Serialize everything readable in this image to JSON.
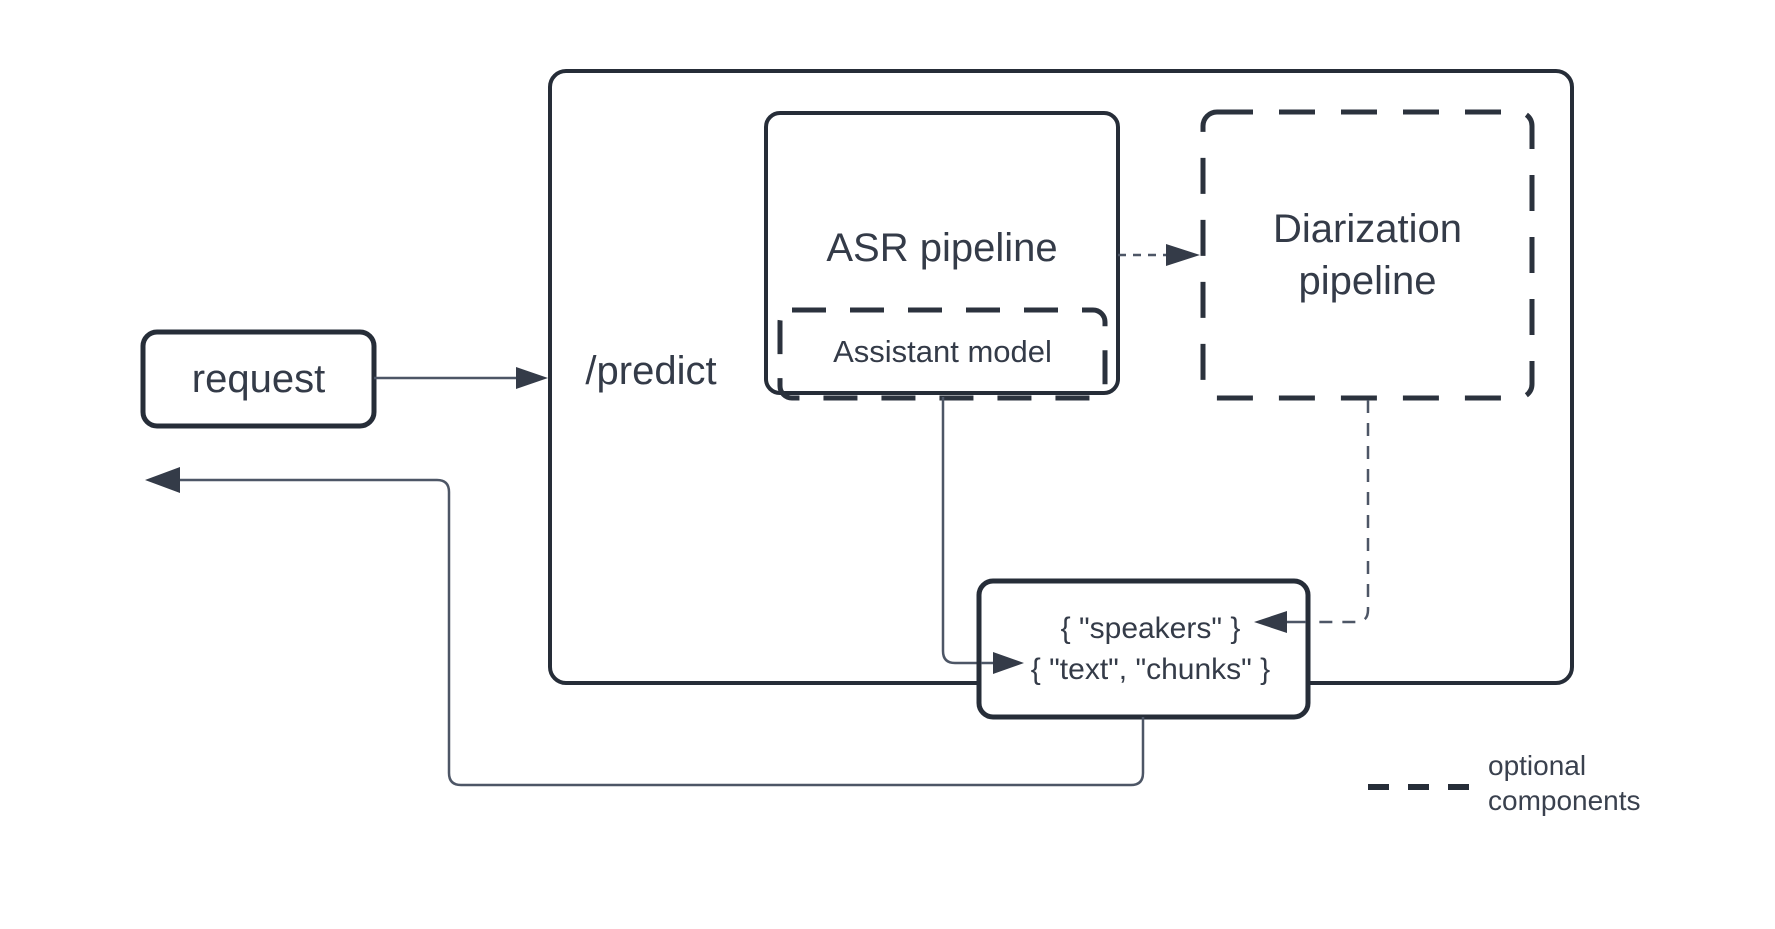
{
  "diagram": {
    "title_hint": "ASR service request flow",
    "nodes": {
      "request": {
        "label": "request"
      },
      "predict_endpoint": {
        "label": "/predict"
      },
      "asr_pipeline": {
        "label": "ASR pipeline"
      },
      "assistant_model": {
        "label": "Assistant model"
      },
      "diarization_pipeline": {
        "label": "Diarization\npipeline"
      },
      "output": {
        "line1": "{ \"speakers\" }",
        "line2": "{ \"text\", \"chunks\" }"
      }
    },
    "legend": {
      "label": "optional\ncomponents"
    },
    "colors": {
      "border_dark": "#262d38",
      "text": "#343b48",
      "connector": "#4d5666",
      "background": "#ffffff"
    }
  }
}
